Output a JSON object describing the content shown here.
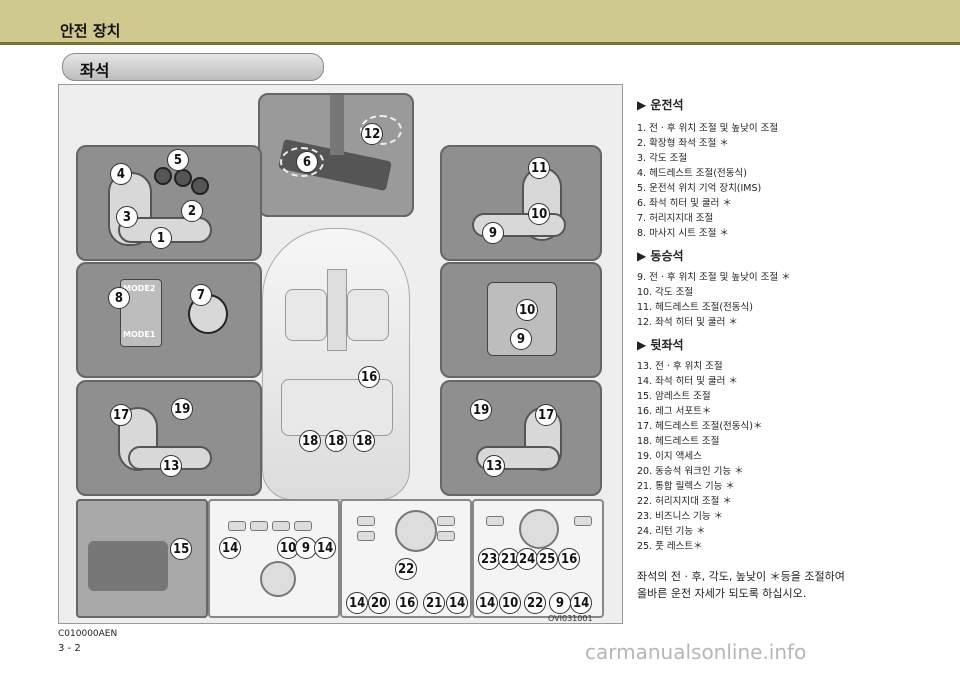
{
  "header": {
    "title": "안전 장치"
  },
  "section": {
    "title": "좌석"
  },
  "figure": {
    "code": "OVI031001",
    "callouts": {
      "seat_left": [
        "4",
        "5",
        "3",
        "2",
        "1"
      ],
      "shift": [
        "6",
        "12"
      ],
      "seat_right": [
        "11",
        "10",
        "9"
      ],
      "memory": [
        "8",
        "7"
      ],
      "mode_top": "MODE2",
      "mode_bottom": "MODE1",
      "heat_right": [
        "10",
        "9"
      ],
      "rear_left": [
        "17",
        "19",
        "13"
      ],
      "rear_right": [
        "19",
        "17",
        "13"
      ],
      "car": [
        "16",
        "18",
        "18",
        "18"
      ],
      "console": [
        "15"
      ],
      "rear_panel1": [
        "14",
        "10",
        "9",
        "14"
      ],
      "rear_panel2": [
        "22",
        "14",
        "20",
        "16",
        "21",
        "14"
      ],
      "rear_panel3": [
        "23",
        "21",
        "24",
        "25",
        "16",
        "14",
        "10",
        "22",
        "9",
        "14"
      ]
    }
  },
  "driver": {
    "heading": "▶ 운전석",
    "items": [
      "1.  전 · 후 위치 조절 및 높낮이 조절",
      "2.  확장형 좌석 조절 ＊",
      "3.  각도 조절",
      "4.  헤드레스트 조절(전동식)",
      "5.  운전석 위치 기억 장치(IMS)",
      "6.  좌석 히터 및 쿨러 ＊",
      "7.  허리지지대 조절",
      "8.  마사지 시트 조절 ＊"
    ]
  },
  "passenger": {
    "heading": "▶ 동승석",
    "items": [
      "9.  전 · 후 위치 조절 및 높낮이 조절 ＊",
      "10. 각도 조절",
      "11.  헤드레스트 조절(전동식)",
      "12.  좌석 히터 및 쿨러 ＊"
    ]
  },
  "rear": {
    "heading": "▶ 뒷좌석",
    "items": [
      "13. 전 · 후 위치 조절",
      "14. 좌석 히터 및 쿨러 ＊",
      "15. 암레스트 조절",
      "16. 레그 서포트＊",
      "17. 헤드레스트 조절(전동식)＊",
      "18. 헤드레스트 조절",
      "19. 이지 액세스",
      "20. 동승석 워크인 기능 ＊",
      "21. 통합 릴렉스 기능 ＊",
      "22. 허리지지대 조절 ＊",
      "23. 비즈니스 기능 ＊",
      "24. 리턴 기능 ＊",
      "25. 풋 레스트＊"
    ]
  },
  "closing": {
    "line1": "좌석의 전 · 후,  각도,  높낮이 ＊등을 조절하여",
    "line2": "올바른 운전 자세가 되도록 하십시오."
  },
  "footer": {
    "doc_code": "C010000AEN",
    "page": "3 - 2"
  },
  "watermark": "carmanualsonline.info"
}
